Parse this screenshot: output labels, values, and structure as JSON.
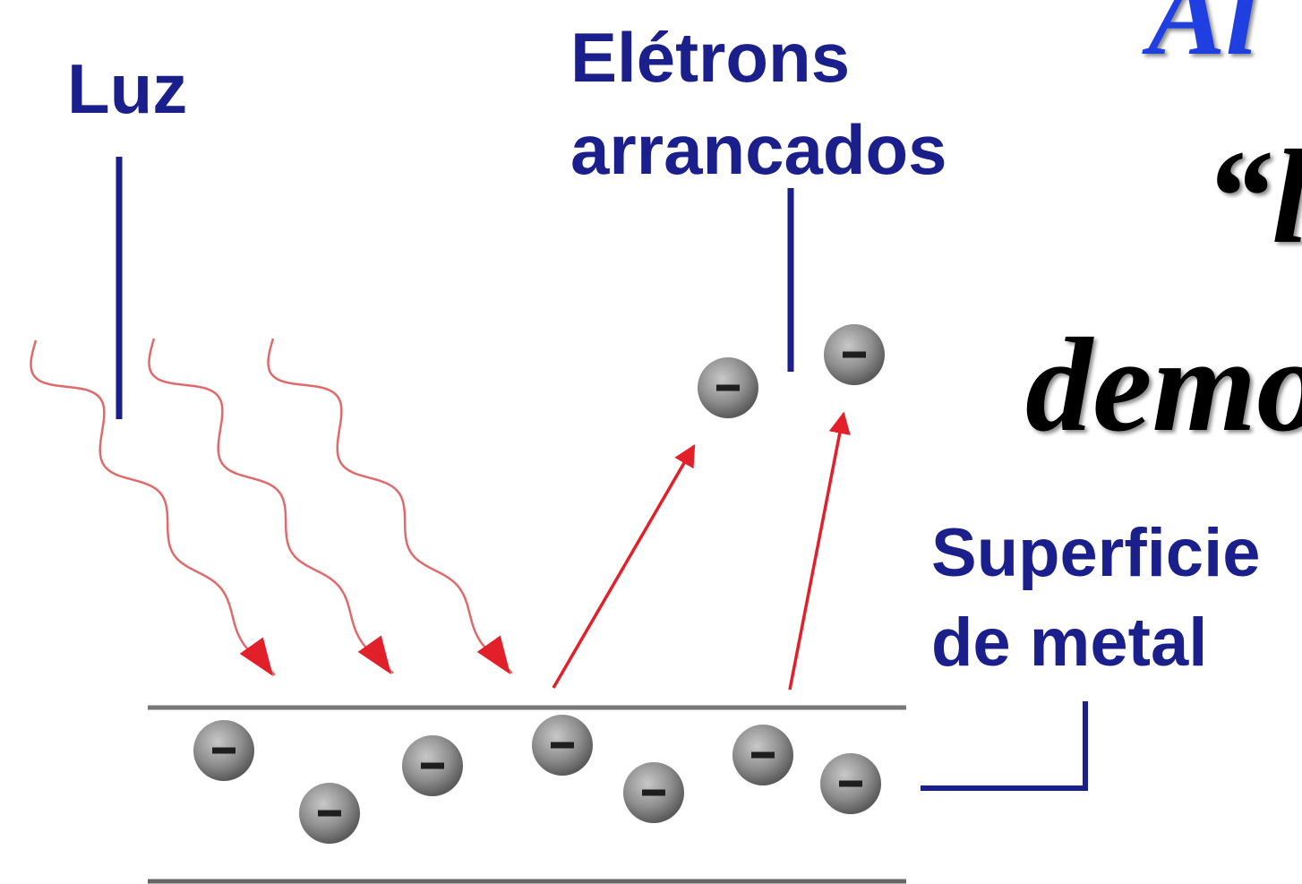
{
  "labels": {
    "light": "Luz",
    "ejected_line1": "Elétrons",
    "ejected_line2": "arrancados",
    "surface_line1": "Superficie",
    "surface_line2": "de metal"
  },
  "title_fragments": {
    "line1": "Al",
    "line2": "“l",
    "line3": "demo"
  },
  "colors": {
    "label_blue": "#1a1f8c",
    "arrow_red": "#e2202a",
    "wave_red": "#e06a6a",
    "electron_gray": "#8a8a8a",
    "surface_gray": "#777777",
    "title_blue": "#1f3fe0",
    "title_black": "#000000"
  }
}
